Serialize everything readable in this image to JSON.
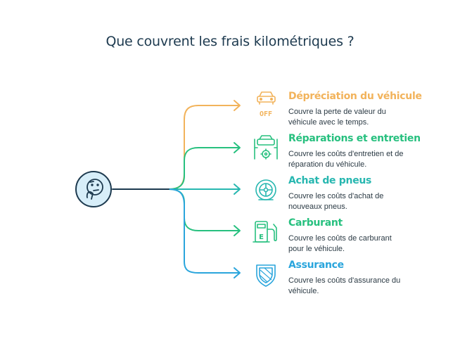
{
  "title": "Que couvrent les frais kilométriques ?",
  "colors": {
    "orange": "#f2b35b",
    "green": "#27c07f",
    "teal": "#27b7b0",
    "blue": "#2aa5dc",
    "center_fill": "#d7eef9",
    "center_stroke": "#1d3a4f"
  },
  "center": {
    "icon": "thinking-face-icon"
  },
  "items": [
    {
      "title": "Dépréciation du véhicule",
      "desc1": "Couvre la perte de valeur du",
      "desc2": "véhicule avec le temps.",
      "icon": "car-off-icon",
      "icon_text": "OFF",
      "color": "#f2b35b"
    },
    {
      "title": "Réparations et entretien",
      "desc1": "Couvre les coûts d'entretien et de",
      "desc2": "réparation du véhicule.",
      "icon": "car-lift-gear-icon",
      "color": "#27c07f"
    },
    {
      "title": "Achat de pneus",
      "desc1": "Couvre les coûts d'achat de",
      "desc2": "nouveaux pneus.",
      "icon": "tire-icon",
      "color": "#27b7b0"
    },
    {
      "title": "Carburant",
      "desc1": "Couvre les coûts de carburant",
      "desc2": "pour le véhicule.",
      "icon": "fuel-pump-icon",
      "icon_text": "E",
      "color": "#27c07f"
    },
    {
      "title": "Assurance",
      "desc1": "Couvre les coûts d'assurance du",
      "desc2": "véhicule.",
      "icon": "shield-icon",
      "color": "#2aa5dc"
    }
  ]
}
